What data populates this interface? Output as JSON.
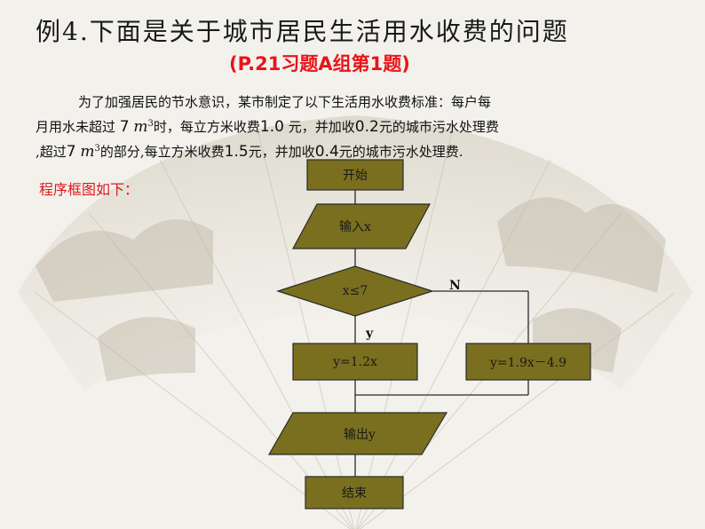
{
  "title": "例4.下面是关于城市居民生活用水收费的问题",
  "subtitle": "(P.21习题A组第1题)",
  "paragraph": {
    "l1a": "为了加强居民的节水意识，某市制定了以下生活用水收费标准：每户每",
    "l2a": "月用水未超过",
    "l2n1": "7",
    "unit": "m",
    "exp": "3",
    "l2b": "时，每立方米收费",
    "l2n2": "1.0",
    "l2c": "元，并加收",
    "l2n3": "0.2",
    "l2d": "元的城市污水处理费",
    "l3a": ",超过",
    "l3n1": "7",
    "l3b": "的部分,每立方米收费",
    "l3n2": "1.5",
    "l3c": "元，并加收",
    "l3n3": "0.4",
    "l3d": "元的城市污水处理费."
  },
  "note": "程序框图如下：",
  "flowchart": {
    "start": "开始",
    "input": "输入x",
    "decision": "x≤7",
    "yes_label": "y",
    "no_label": "N",
    "process_yes": "y=1.2x",
    "process_no": "y=1.9x－4.9",
    "output": "输出y",
    "end": "结束",
    "fill": "#7a6f1e",
    "stroke": "#2a2a2a"
  }
}
